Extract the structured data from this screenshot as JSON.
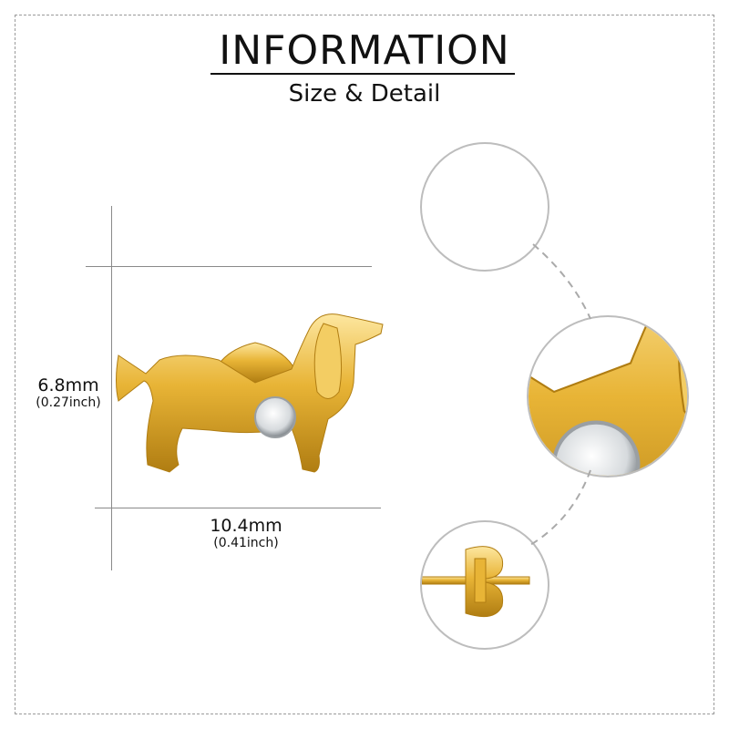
{
  "header": {
    "title": "INFORMATION",
    "subtitle": "Size & Detail"
  },
  "dimensions": {
    "height": {
      "mm": "6.8mm",
      "inch": "(0.27inch)"
    },
    "width": {
      "mm": "10.4mm",
      "inch": "(0.41inch)"
    }
  },
  "colors": {
    "gold": "#e8b436",
    "gold_dark": "#b07d12",
    "gold_light": "#fde7a0",
    "stone": "#e4e7ea",
    "circle_border": "#bdbdbd"
  },
  "details": [
    {
      "name": "tail-detail"
    },
    {
      "name": "head-stone-detail"
    },
    {
      "name": "post-back-detail"
    }
  ]
}
